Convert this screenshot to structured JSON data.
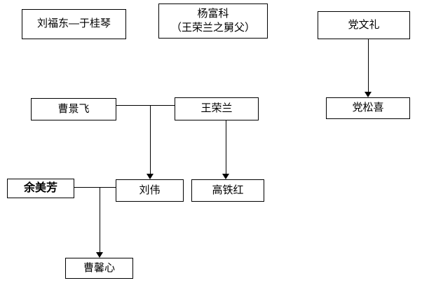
{
  "diagram": {
    "type": "relationship-tree",
    "background_color": "#ffffff",
    "line_color": "#000000",
    "text_color": "#000000",
    "nodes": {
      "liufudong_yuguiqin": {
        "label": "刘福东—于桂琴"
      },
      "yangfuke": {
        "label": "杨富科",
        "sublabel": "（王荣兰之舅父）"
      },
      "dangwenli": {
        "label": "党文礼"
      },
      "caojingfei": {
        "label": "曹景飞"
      },
      "wangronglan": {
        "label": "王荣兰"
      },
      "dangsongxi": {
        "label": "党松喜"
      },
      "yumeifang": {
        "label": "余美芳"
      },
      "liuwei": {
        "label": "刘伟"
      },
      "gaotiehong": {
        "label": "高铁红"
      },
      "caoxinxin": {
        "label": "曹馨心"
      }
    },
    "edges": [
      {
        "from": "caojingfei",
        "to": "wangronglan",
        "style": "plain-line"
      },
      {
        "from": "caojingfei—wangronglan",
        "to": "liuwei",
        "style": "arrow-down"
      },
      {
        "from": "wangronglan",
        "to": "gaotiehong",
        "style": "arrow-down"
      },
      {
        "from": "dangwenli",
        "to": "dangsongxi",
        "style": "arrow-down"
      },
      {
        "from": "yumeifang",
        "to": "liuwei",
        "style": "plain-line"
      },
      {
        "from": "yumeifang—liuwei",
        "to": "caoxinxin",
        "style": "arrow-down"
      }
    ]
  }
}
